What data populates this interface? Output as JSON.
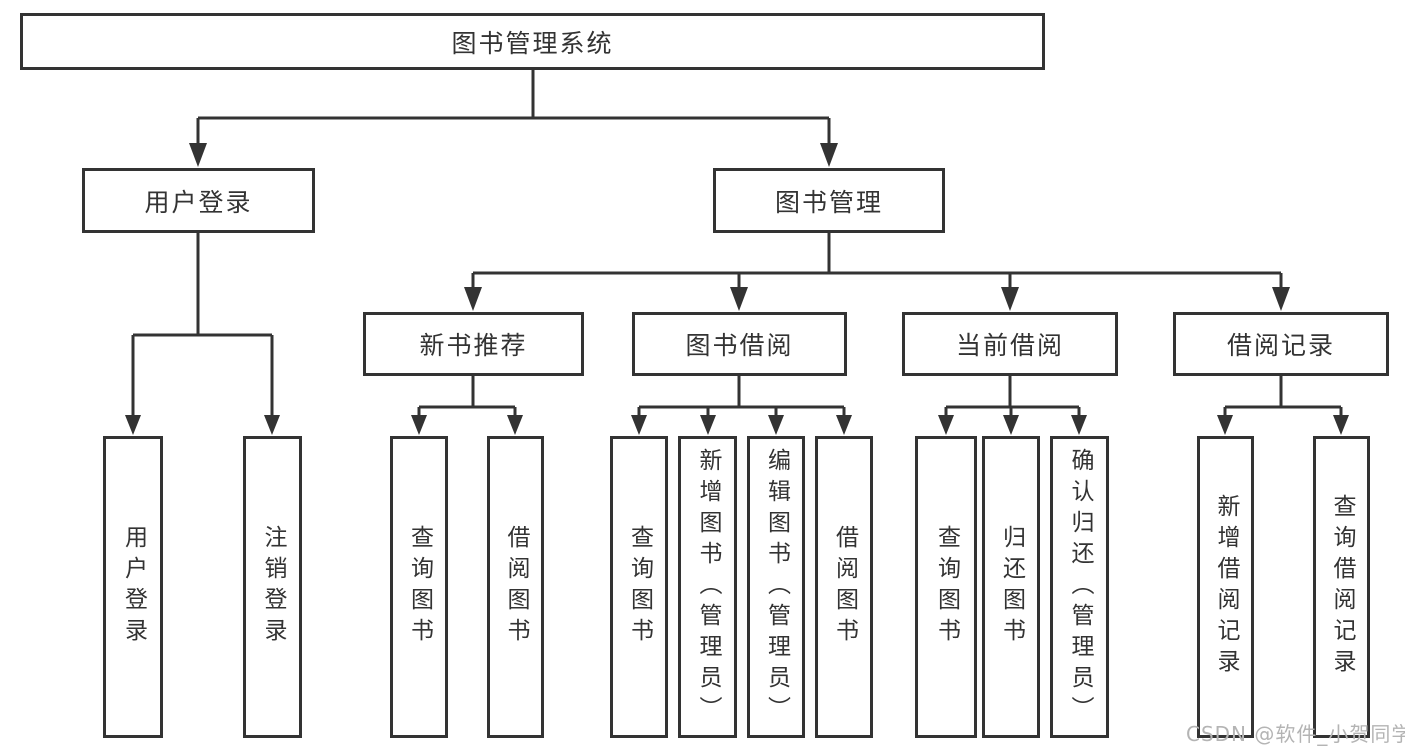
{
  "nodes": {
    "root": "图书管理系统",
    "user_login": "用户登录",
    "book_mgmt": "图书管理",
    "new_book_rec": "新书推荐",
    "book_borrow": "图书借阅",
    "current_borrow": "当前借阅",
    "borrow_record": "借阅记录",
    "leaf_user_login": "用户登录",
    "leaf_logout": "注销登录",
    "leaf_query_book_rec": "查询图书",
    "leaf_borrow_book_rec": "借阅图书",
    "leaf_query_book_borrow": "查询图书",
    "leaf_add_book_admin": "新增图书（管理员）",
    "leaf_edit_book_admin": "编辑图书（管理员）",
    "leaf_borrow_book": "借阅图书",
    "leaf_query_book_current": "查询图书",
    "leaf_return_book": "归还图书",
    "leaf_confirm_return_admin": "确认归还（管理员）",
    "leaf_add_borrow_record": "新增借阅记录",
    "leaf_query_borrow_record": "查询借阅记录"
  },
  "watermark": {
    "text": "CSDN @软件_小贺同学"
  },
  "colors": {
    "line": "#333333",
    "text": "#333333",
    "box_border": "#333333",
    "box_fill": "#ffffff",
    "background": "#ffffff",
    "watermark": "#b4b4b4"
  }
}
